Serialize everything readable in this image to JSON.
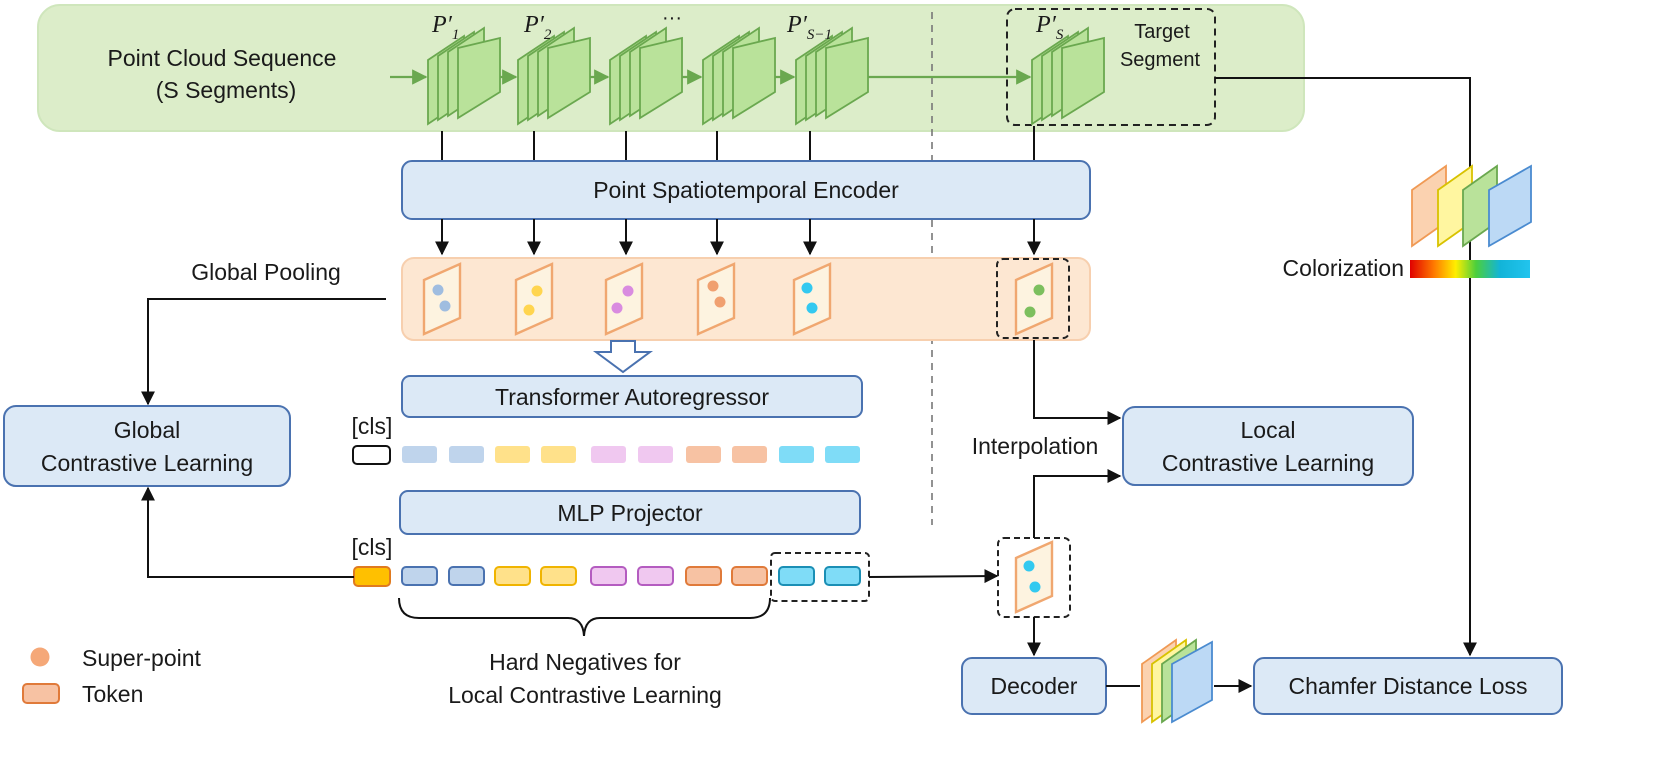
{
  "sequence": {
    "title_line1": "Point Cloud Sequence",
    "title_line2": "(S Segments)",
    "labels": [
      "P′",
      "P′",
      "···",
      "P′",
      "P′"
    ],
    "subscripts": [
      "1",
      "2",
      "",
      "S−1",
      "S"
    ],
    "target_line1": "Target",
    "target_line2": "Segment"
  },
  "encoder": {
    "label": "Point Spatiotemporal Encoder"
  },
  "global_pooling": {
    "label": "Global Pooling"
  },
  "global_cl": {
    "line1": "Global",
    "line2": "Contrastive Learning"
  },
  "transformer": {
    "label": "Transformer Autoregressor"
  },
  "cls_label": "[cls]",
  "mlp": {
    "label": "MLP Projector"
  },
  "hard_negatives": {
    "line1": "Hard Negatives for",
    "line2": "Local Contrastive Learning"
  },
  "interpolation": {
    "label": "Interpolation"
  },
  "local_cl": {
    "line1": "Local",
    "line2": "Contrastive Learning"
  },
  "colorization": {
    "label": "Colorization"
  },
  "decoder": {
    "label": "Decoder"
  },
  "chamfer": {
    "label": "Chamfer Distance Loss"
  },
  "legend": {
    "superpoint": "Super-point",
    "token": "Token"
  },
  "colors": {
    "green_fill": "#b9e29a",
    "green_edge": "#6aa84f",
    "blue_box": "#dce9f6",
    "blue_edge": "#4a72b0",
    "orange_band": "#fde7d2",
    "orange_edge": "#f0a770",
    "dot_blue": "#9fbde0",
    "dot_yellow": "#ffd54f",
    "dot_pink": "#d98be0",
    "dot_orange": "#f0a070",
    "dot_cyan": "#33c9f0",
    "dot_green": "#7cbf5e"
  }
}
